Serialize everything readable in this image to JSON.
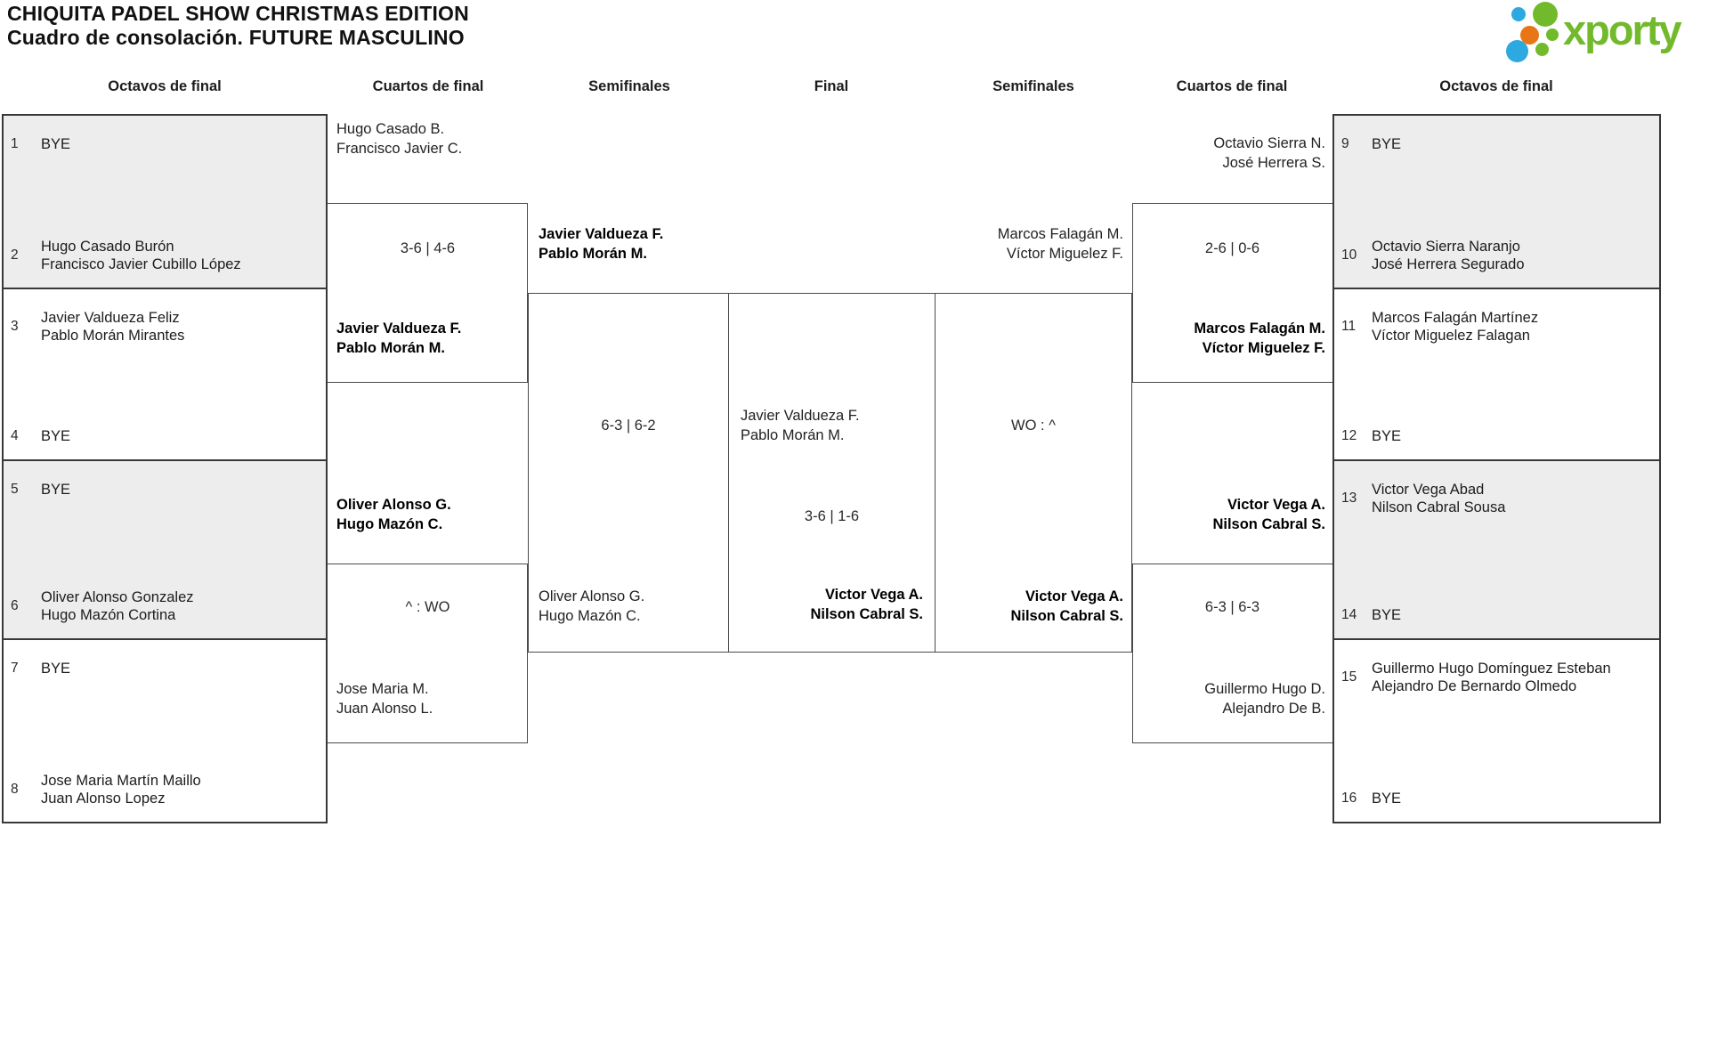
{
  "app": {
    "title_line1": "CHIQUITA PADEL SHOW CHRISTMAS EDITION",
    "title_line2": "Cuadro de consolación. FUTURE MASCULINO",
    "logo_text": "xporty"
  },
  "colors": {
    "logo_green": "#72b92c",
    "logo_blue": "#2ba9e0",
    "logo_orange": "#e87617",
    "shaded_box": "#ededed",
    "line": "#4a4a4a"
  },
  "columns": {
    "r16_left": "Octavos de final",
    "qf_left": "Cuartos de final",
    "sf_left": "Semifinales",
    "final": "Final",
    "sf_right": "Semifinales",
    "qf_right": "Cuartos de final",
    "r16_right": "Octavos de final"
  },
  "entries": {
    "e1": {
      "seed": "1",
      "l1": "BYE"
    },
    "e2": {
      "seed": "2",
      "l1": "Hugo Casado Burón",
      "l2": "Francisco Javier Cubillo López"
    },
    "e3": {
      "seed": "3",
      "l1": "Javier Valdueza Feliz",
      "l2": "Pablo Morán Mirantes"
    },
    "e4": {
      "seed": "4",
      "l1": "BYE"
    },
    "e5": {
      "seed": "5",
      "l1": "BYE"
    },
    "e6": {
      "seed": "6",
      "l1": "Oliver Alonso Gonzalez",
      "l2": "Hugo Mazón Cortina"
    },
    "e7": {
      "seed": "7",
      "l1": "BYE"
    },
    "e8": {
      "seed": "8",
      "l1": "Jose Maria Martín Maillo",
      "l2": "Juan Alonso Lopez"
    },
    "e9": {
      "seed": "9",
      "l1": "BYE"
    },
    "e10": {
      "seed": "10",
      "l1": "Octavio Sierra Naranjo",
      "l2": "José Herrera Segurado"
    },
    "e11": {
      "seed": "11",
      "l1": "Marcos Falagán Martínez",
      "l2": "Víctor Miguelez Falagan"
    },
    "e12": {
      "seed": "12",
      "l1": "BYE"
    },
    "e13": {
      "seed": "13",
      "l1": "Victor Vega Abad",
      "l2": "Nilson Cabral Sousa"
    },
    "e14": {
      "seed": "14",
      "l1": "BYE"
    },
    "e15": {
      "seed": "15",
      "l1": "Guillermo Hugo Domínguez Esteban",
      "l2": "Alejandro De Bernardo Olmedo"
    },
    "e16": {
      "seed": "16",
      "l1": "BYE"
    }
  },
  "matches": {
    "qf_l1": {
      "team1_l1": "Hugo Casado B.",
      "team1_l2": "Francisco Javier C.",
      "score": "3-6 | 4-6",
      "team2_l1": "Javier Valdueza F.",
      "team2_l2": "Pablo Morán M."
    },
    "qf_l2": {
      "team1_l1": "Oliver Alonso G.",
      "team1_l2": "Hugo Mazón C.",
      "score": "^ : WO",
      "team2_l1": "Jose Maria M.",
      "team2_l2": "Juan Alonso L."
    },
    "sf_l": {
      "team1_l1": "Javier Valdueza F.",
      "team1_l2": "Pablo Morán M.",
      "score": "6-3 | 6-2",
      "team2_l1": "Oliver Alonso G.",
      "team2_l2": "Hugo Mazón C."
    },
    "final": {
      "team1_l1": "Javier Valdueza F.",
      "team1_l2": "Pablo Morán M.",
      "score": "3-6 | 1-6",
      "team2_l1": "Victor Vega A.",
      "team2_l2": "Nilson Cabral S."
    },
    "sf_r": {
      "team1_l1": "Marcos Falagán M.",
      "team1_l2": "Víctor Miguelez F.",
      "score": "WO : ^",
      "team2_l1": "Victor Vega A.",
      "team2_l2": "Nilson Cabral S."
    },
    "qf_r1": {
      "team1_l1": "Octavio Sierra N.",
      "team1_l2": "José Herrera S.",
      "score": "2-6 | 0-6",
      "team2_l1": "Marcos Falagán M.",
      "team2_l2": "Víctor Miguelez F."
    },
    "qf_r2": {
      "team1_l1": "Victor Vega A.",
      "team1_l2": "Nilson Cabral S.",
      "score": "6-3 | 6-3",
      "team2_l1": "Guillermo Hugo D.",
      "team2_l2": "Alejandro De B."
    }
  }
}
